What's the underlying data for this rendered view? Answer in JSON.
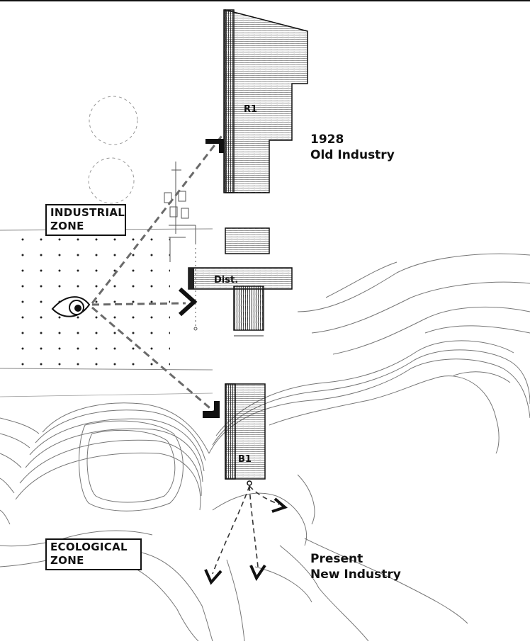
{
  "zones": {
    "industrial": [
      "INDUSTRIAL",
      "ZONE"
    ],
    "ecological": [
      "ECOLOGICAL",
      "ZONE"
    ]
  },
  "captions": {
    "old": [
      "1928",
      "Old Industry"
    ],
    "present": [
      "Present",
      "New Industry"
    ]
  },
  "buildings": {
    "r1": "R1",
    "dist": "Dist.",
    "b1": "B1"
  },
  "icons": {
    "viewpoint": "eye-icon",
    "sightline_marker": "chevron-icon"
  },
  "colors": {
    "ink": "#111111",
    "sightline": "#6a6a6a",
    "pencil": "#8a8a8a"
  }
}
